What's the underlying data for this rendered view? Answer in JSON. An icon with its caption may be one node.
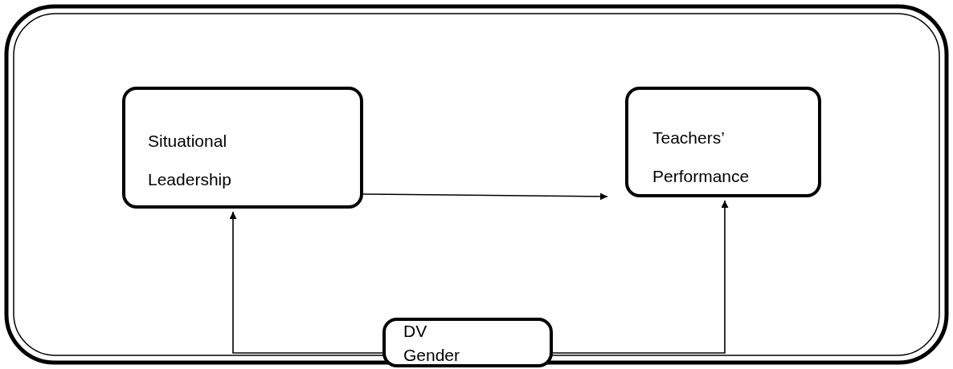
{
  "diagram": {
    "nodes": [
      {
        "text": [
          "Situational Leadership"
        ]
      },
      {
        "text": [
          "Teachers’ Performance"
        ]
      },
      {
        "text": [
          "DV Gender"
        ]
      }
    ],
    "edges": [
      {
        "from": 0,
        "to": 1,
        "arrow": "to"
      },
      {
        "from": 2,
        "to": 0,
        "arrow": "to"
      },
      {
        "from": 2,
        "to": 1,
        "arrow": "to"
      }
    ]
  }
}
